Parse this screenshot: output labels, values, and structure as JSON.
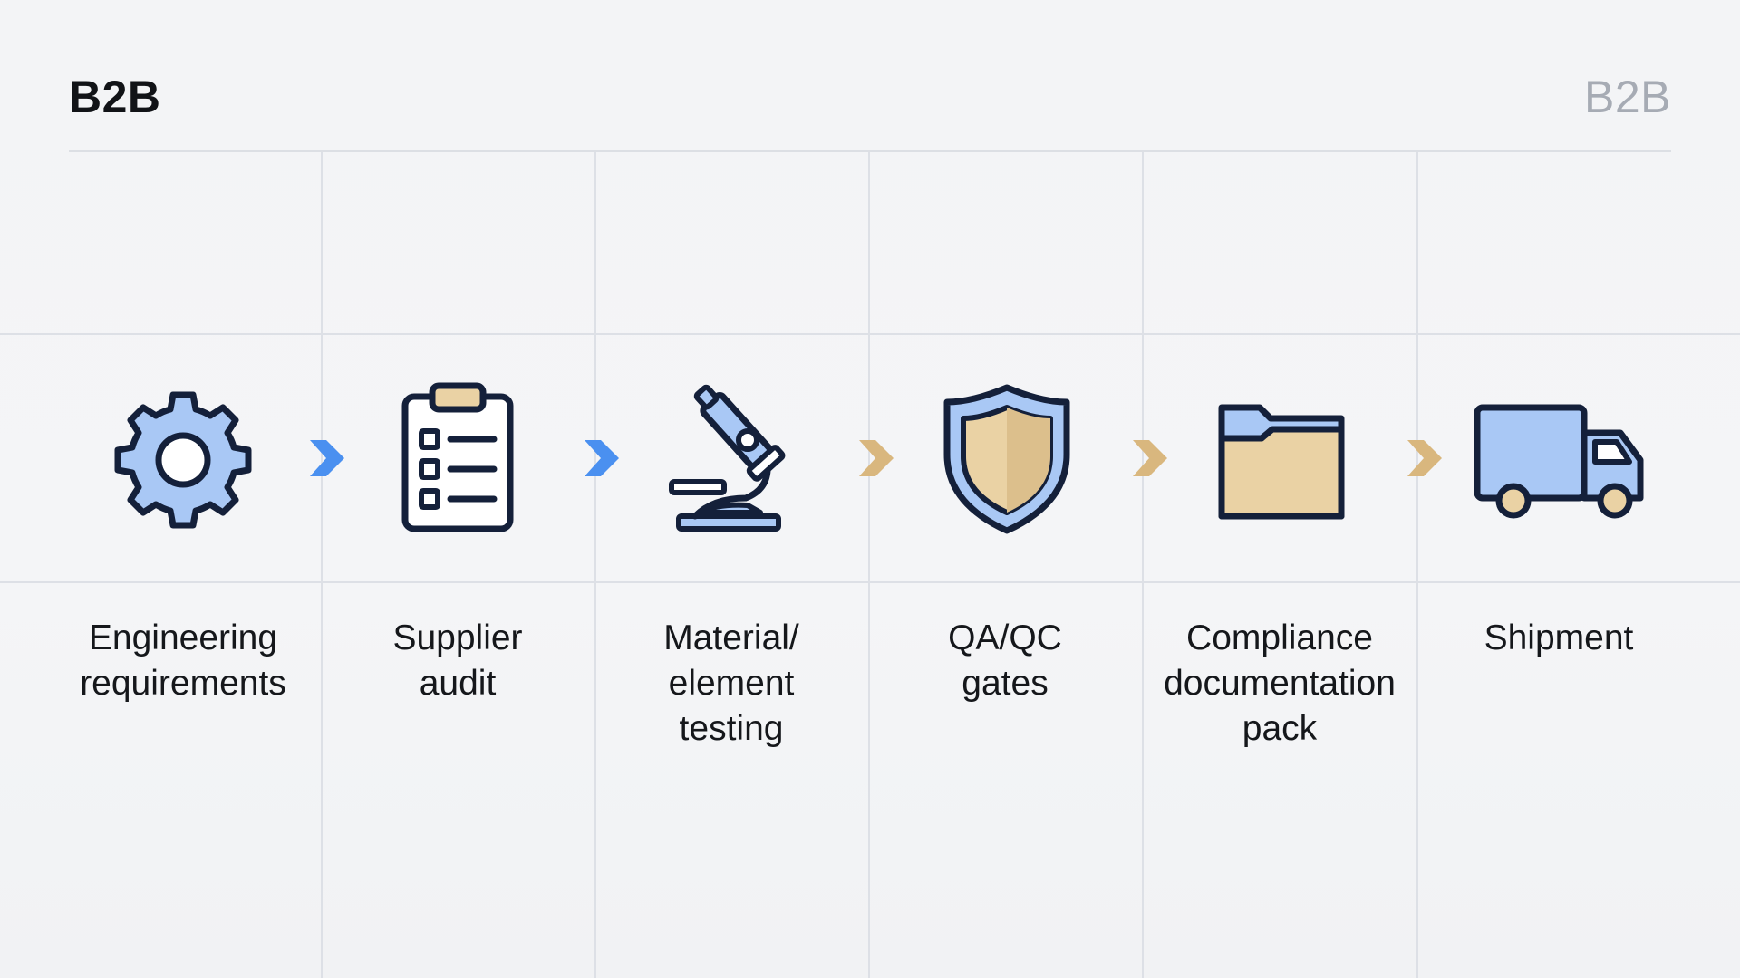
{
  "header": {
    "title": "B2B",
    "badge": "B2B"
  },
  "colors": {
    "accent_blue": "#4a90f0",
    "accent_tan": "#d9b77e",
    "icon_fill_blue": "#a9c8f5",
    "icon_fill_tan": "#ead2a4",
    "outline": "#14203a"
  },
  "steps": [
    {
      "icon": "gear-icon",
      "label": "Engineering\nrequirements"
    },
    {
      "icon": "clipboard-checklist-icon",
      "label": "Supplier\naudit"
    },
    {
      "icon": "microscope-icon",
      "label": "Material/\nelement\ntesting"
    },
    {
      "icon": "shield-icon",
      "label": "QA/QC\ngates"
    },
    {
      "icon": "folder-icon",
      "label": "Compliance\ndocumentation\npack"
    },
    {
      "icon": "truck-icon",
      "label": "Shipment"
    }
  ],
  "connectors": [
    {
      "icon": "chevron-right-icon",
      "color": "#4a90f0"
    },
    {
      "icon": "chevron-right-icon",
      "color": "#4a90f0"
    },
    {
      "icon": "chevron-right-icon",
      "color": "#d9b77e"
    },
    {
      "icon": "chevron-right-icon",
      "color": "#d9b77e"
    },
    {
      "icon": "chevron-right-icon",
      "color": "#d9b77e"
    }
  ]
}
